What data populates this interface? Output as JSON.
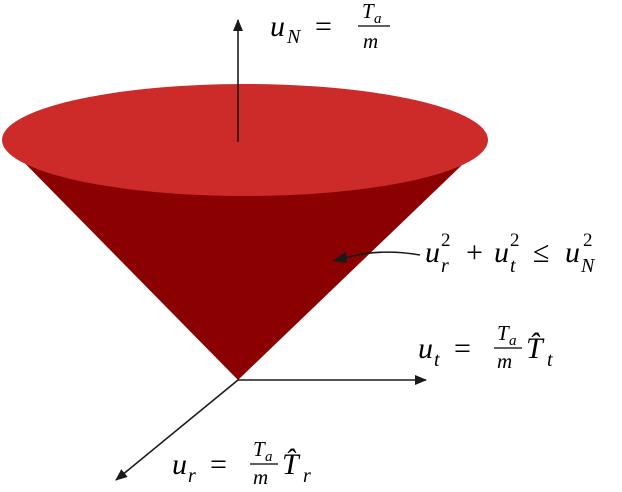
{
  "colors": {
    "cone_top": "#CD2A2A",
    "cone_side": "#8B0000",
    "axes": "#1a1a1a",
    "background": "#FFFFFF"
  },
  "labels": {
    "normal": {
      "u": "u",
      "sub": "N",
      "eq": "=",
      "num": "T",
      "num_sub": "a",
      "den": "m"
    },
    "tangent": {
      "u": "u",
      "sub": "t",
      "eq": "=",
      "num": "T",
      "num_sub": "a",
      "den": "m",
      "vec": "T̂",
      "vec_sub": "t"
    },
    "radial": {
      "u": "u",
      "sub": "r",
      "eq": "=",
      "num": "T",
      "num_sub": "a",
      "den": "m",
      "vec": "T̂",
      "vec_sub": "r"
    },
    "constraint": {
      "u1": "u",
      "s1": "r",
      "p1": "2",
      "plus": "+",
      "u2": "u",
      "s2": "t",
      "p2": "2",
      "leq": "≤",
      "u3": "u",
      "s3": "N",
      "p3": "2"
    }
  }
}
